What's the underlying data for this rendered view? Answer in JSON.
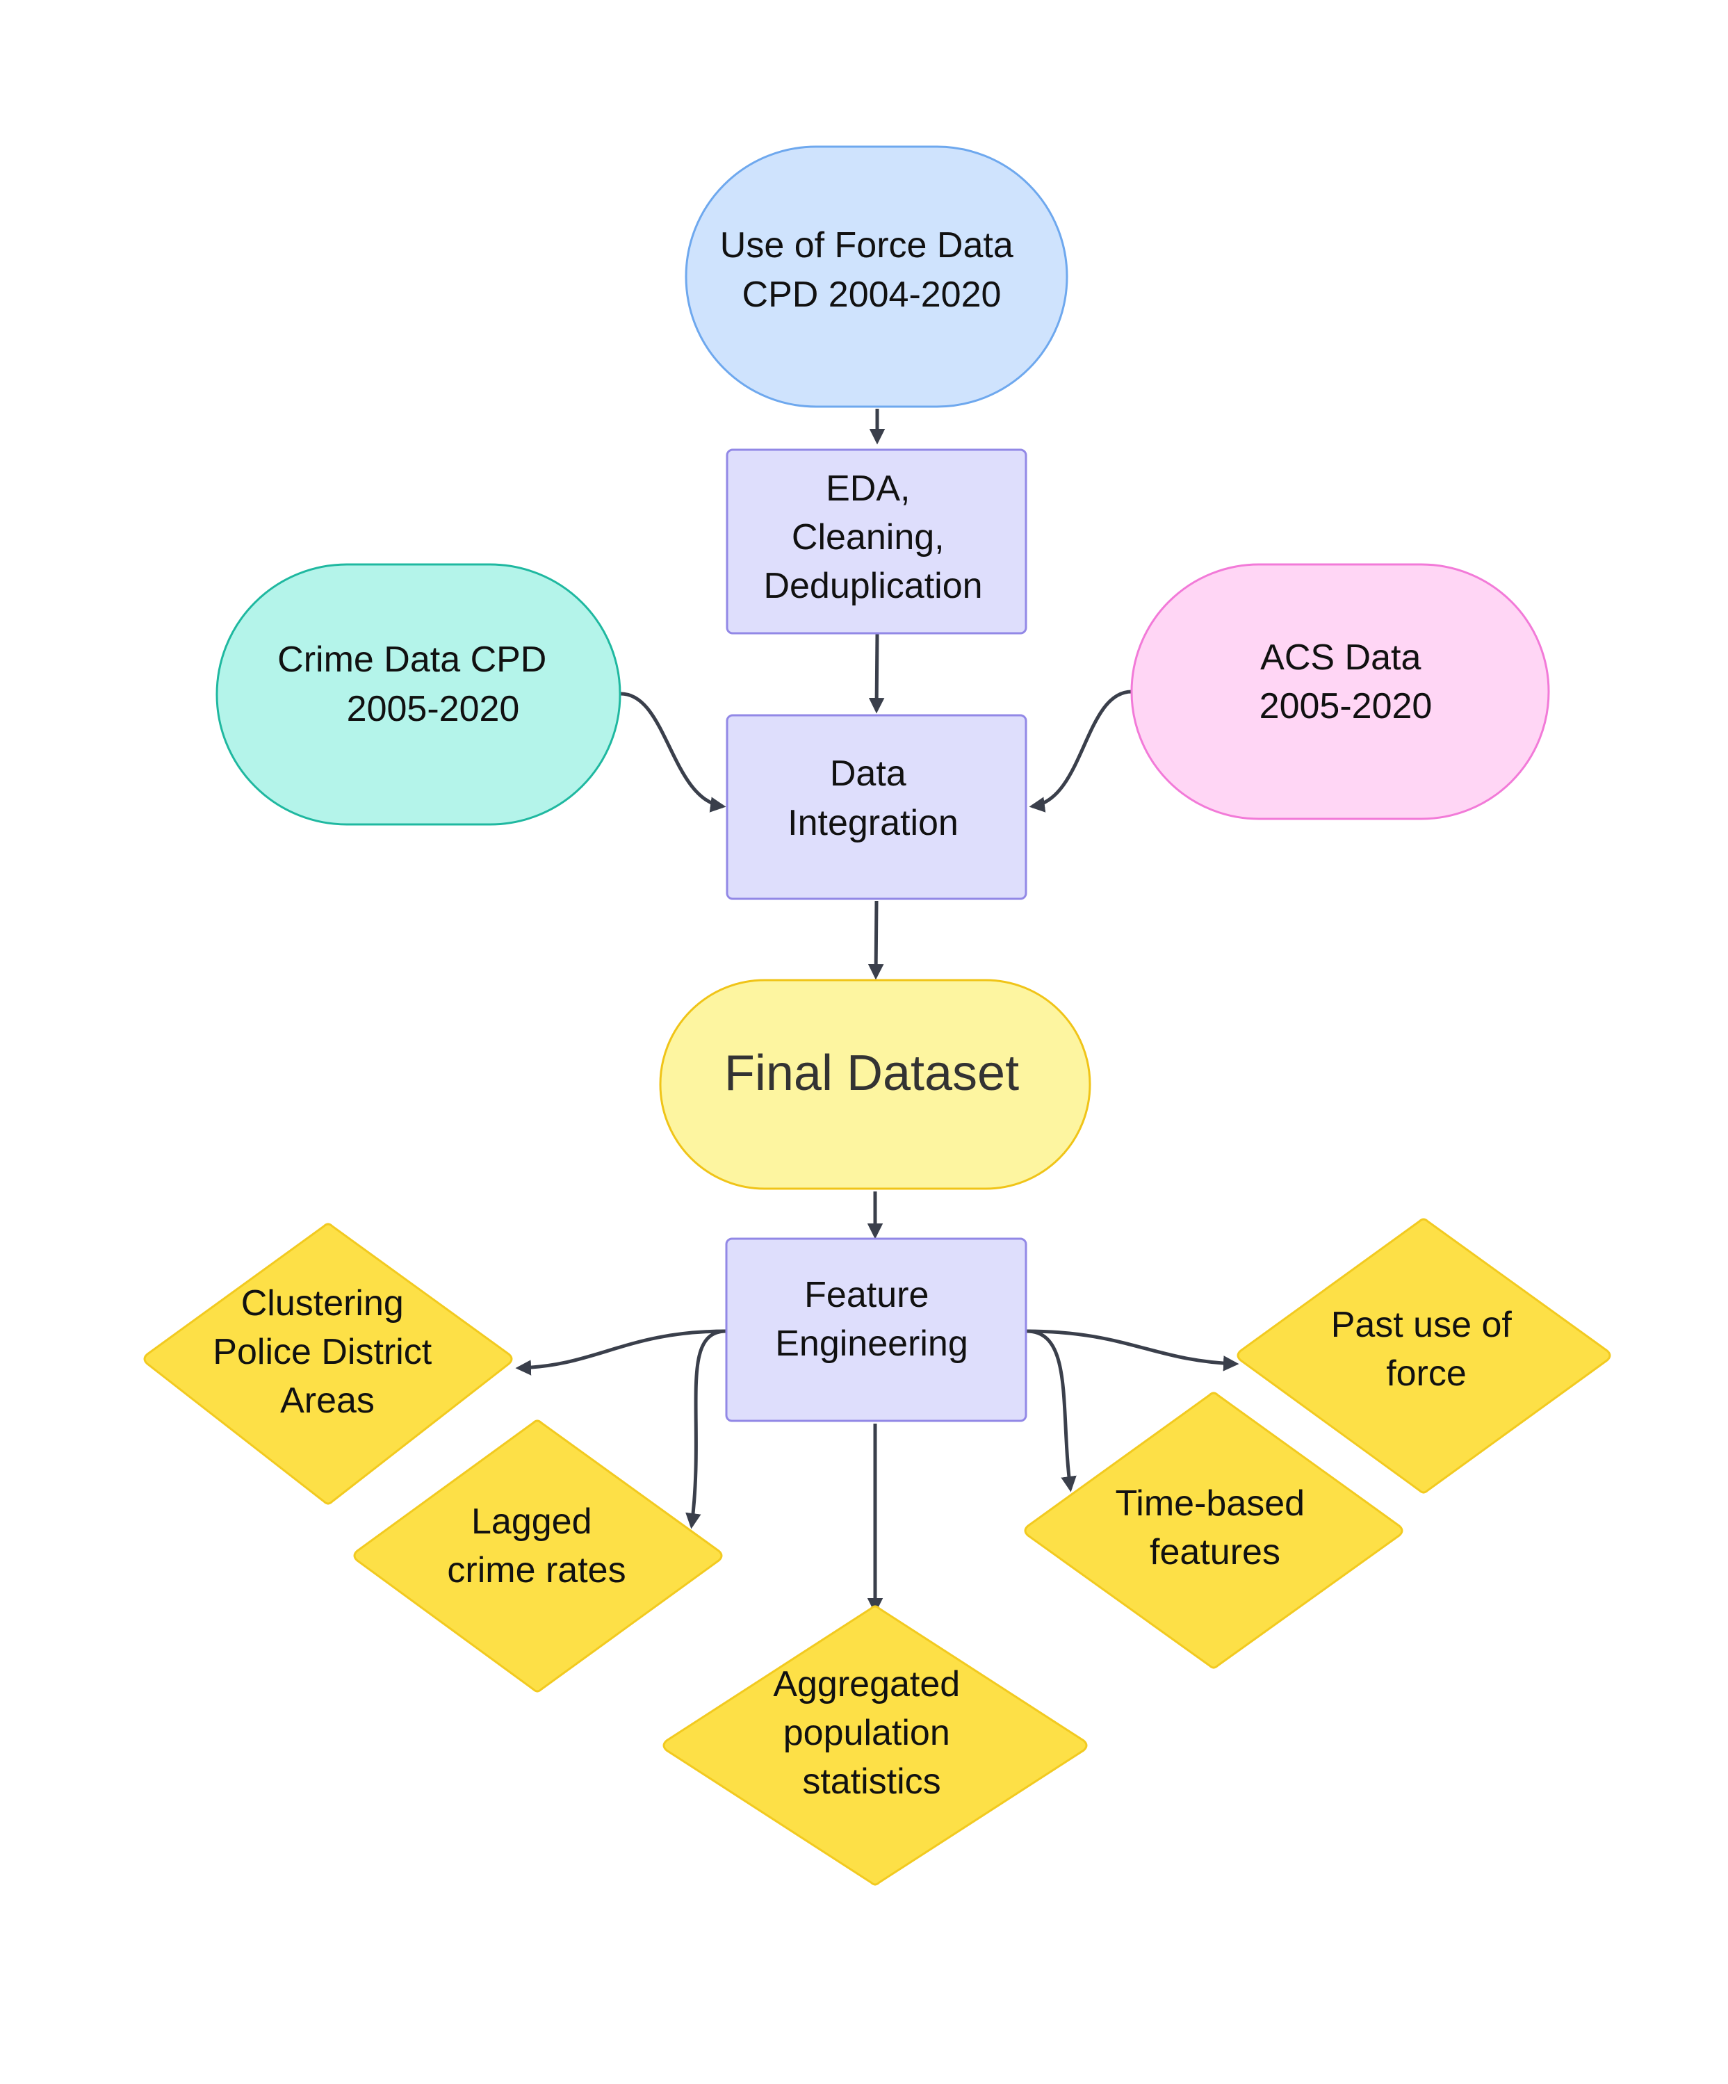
{
  "colors": {
    "arrow": "#3a3f4b",
    "blue_fill": "#cfe3fd",
    "blue_stroke": "#6ea8ee",
    "purple_fill": "#dedefc",
    "purple_stroke": "#9288e6",
    "teal_fill": "#b4f4ea",
    "teal_stroke": "#1fb8a0",
    "pink_fill": "#ffd6f5",
    "pink_stroke": "#f27ad8",
    "yellow_fill": "#fdf5a0",
    "yellow_stroke": "#f0c418",
    "diamond_fill": "#fde047",
    "diamond_stroke": "#f2ca20"
  },
  "nodes": {
    "use_of_force": {
      "lines": [
        "Use of Force Data",
        "CPD 2004-2020"
      ]
    },
    "eda": {
      "lines": [
        "EDA,",
        "Cleaning,",
        "Deduplication"
      ]
    },
    "crime": {
      "lines": [
        "Crime Data CPD",
        "2005-2020"
      ]
    },
    "acs": {
      "lines": [
        "ACS Data",
        "2005-2020"
      ]
    },
    "integration": {
      "lines": [
        "Data",
        "Integration"
      ]
    },
    "final": {
      "lines": [
        "Final Dataset"
      ]
    },
    "feature_eng": {
      "lines": [
        "Feature",
        "Engineering"
      ]
    },
    "clustering": {
      "lines": [
        "Clustering",
        "Police District",
        "Areas"
      ]
    },
    "lagged": {
      "lines": [
        "Lagged",
        "crime rates"
      ]
    },
    "aggregated": {
      "lines": [
        "Aggregated",
        "population",
        "statistics"
      ]
    },
    "time_based": {
      "lines": [
        "Time-based",
        "features"
      ]
    },
    "past_force": {
      "lines": [
        "Past use of",
        "force"
      ]
    }
  }
}
